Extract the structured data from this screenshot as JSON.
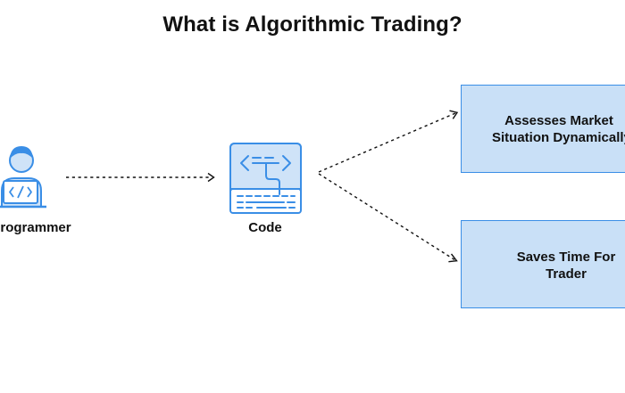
{
  "diagram": {
    "title": "What is Algorithmic Trading?",
    "nodes": {
      "programmer": {
        "label": "Programmer",
        "icon": "programmer-icon"
      },
      "code": {
        "label": "Code",
        "icon": "code-icon"
      },
      "outcome_1": {
        "line1": "Assesses Market",
        "line2": "Situation Dynamically"
      },
      "outcome_2": {
        "line1": "Saves Time For",
        "line2": "Trader"
      }
    },
    "edges": [
      {
        "from": "programmer",
        "to": "code",
        "style": "dashed"
      },
      {
        "from": "code",
        "to": "outcome_1",
        "style": "dashed"
      },
      {
        "from": "code",
        "to": "outcome_2",
        "style": "dashed"
      }
    ],
    "colors": {
      "accent": "#3a8ee6",
      "box_fill": "#c9e0f7",
      "icon_fill": "#cfe3f8",
      "text": "#111111"
    }
  }
}
